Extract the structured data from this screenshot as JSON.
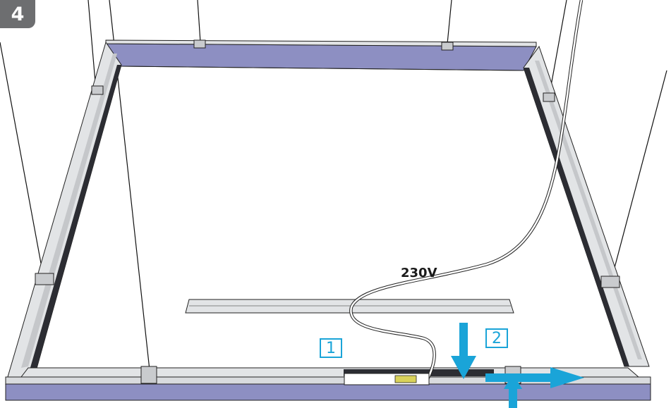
{
  "step": {
    "number": "4"
  },
  "labels": {
    "voltage": "230V"
  },
  "callouts": [
    {
      "text": "1"
    },
    {
      "text": "2"
    }
  ],
  "colors": {
    "frame_face": "#8d8fc2",
    "frame_dark": "#2c2d33",
    "frame_metal": "#e2e4e6",
    "accent": "#1aa4d8",
    "badge": "#6d6e70"
  }
}
